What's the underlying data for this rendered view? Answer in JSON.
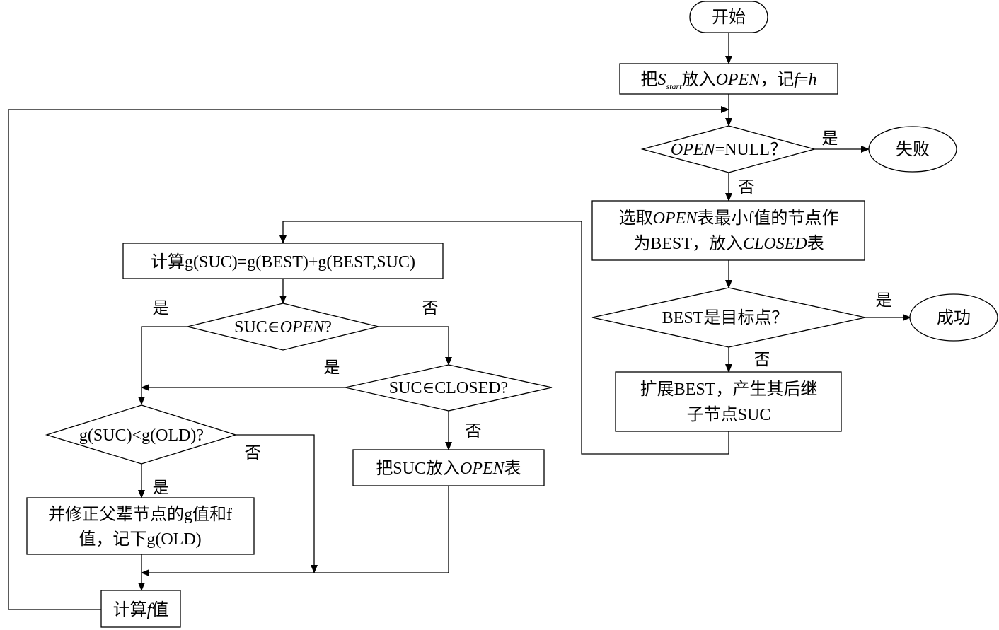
{
  "nodes": {
    "start": "开始",
    "init": {
      "pre": "把",
      "s": "S",
      "sub": "start",
      "mid": "放入",
      "open": "OPEN",
      "post": "，记",
      "f": "f",
      "eq": "=",
      "h": "h"
    },
    "open_null": {
      "open": "OPEN",
      "rest": "=NULL？"
    },
    "fail": "失败",
    "select": {
      "l1_pre": "选取",
      "l1_open": "OPEN",
      "l1_post": "表最小f值的节点作",
      "l2_pre": "为BEST，放入",
      "l2_closed": "CLOSED",
      "l2_post": "表"
    },
    "is_goal": "BEST是目标点？",
    "success": "成功",
    "expand": {
      "line1": "扩展BEST，产生其后继",
      "line2": "子节点SUC"
    },
    "compute_g": "计算g(SUC)=g(BEST)+g(BEST,SUC)",
    "in_open": {
      "pre": "SUC∈",
      "open": "OPEN",
      "post": "?"
    },
    "in_closed": "SUC∈CLOSED?",
    "put_open": {
      "pre": "把SUC放入",
      "open": "OPEN",
      "post": "表"
    },
    "g_less": "g(SUC)<g(OLD)?",
    "fix": {
      "line1": "并修正父辈节点的g值和f",
      "line2": "值，记下g(OLD)"
    },
    "compute_f": {
      "pre": "计算",
      "f": "f",
      "post": "值"
    }
  },
  "edge_labels": {
    "yes_fail": "是",
    "no_select": "否",
    "yes_success": "是",
    "no_expand": "否",
    "yes_in_open": "是",
    "no_in_open": "否",
    "yes_in_closed": "是",
    "no_in_closed": "否",
    "no_g_less": "否",
    "yes_g_less": "是"
  }
}
